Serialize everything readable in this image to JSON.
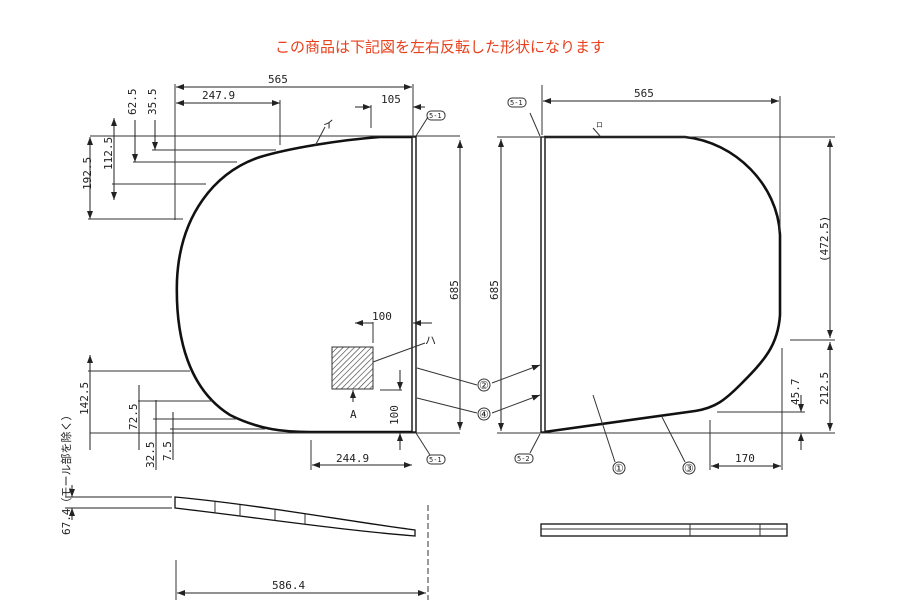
{
  "notice": "この商品は下記図を左右反転した形状になります",
  "colors": {
    "notice": "#e8401c",
    "lines": "#111111"
  },
  "left_view": {
    "width": "565",
    "dim_247": "247.9",
    "dim_105": "105",
    "dim_62": "62.5",
    "dim_35": "35.5",
    "dim_112": "112.5",
    "dim_192": "192.5",
    "height": "685",
    "dim_100_h": "100",
    "dim_100_v": "100",
    "dim_142": "142.5",
    "dim_72": "72.5",
    "dim_32": "32.5",
    "dim_7": "7.5",
    "dim_244": "244.9",
    "label_i": "イ",
    "label_ha": "ハ",
    "label_a": "A",
    "tag_top": "5-1",
    "tag_bottom": "5-1"
  },
  "right_view": {
    "width": "565",
    "height": "685",
    "dim_472": "(472.5)",
    "dim_212": "212.5",
    "dim_45": "45.7",
    "dim_170": "170",
    "label_ro": "ロ",
    "tag_top": "5-1",
    "tag_bottom": "5-2",
    "callout_1": "①",
    "callout_2": "②",
    "callout_3": "③",
    "callout_4": "④"
  },
  "profile": {
    "thickness": "67.4（モール部を除く）",
    "length": "586.4"
  }
}
